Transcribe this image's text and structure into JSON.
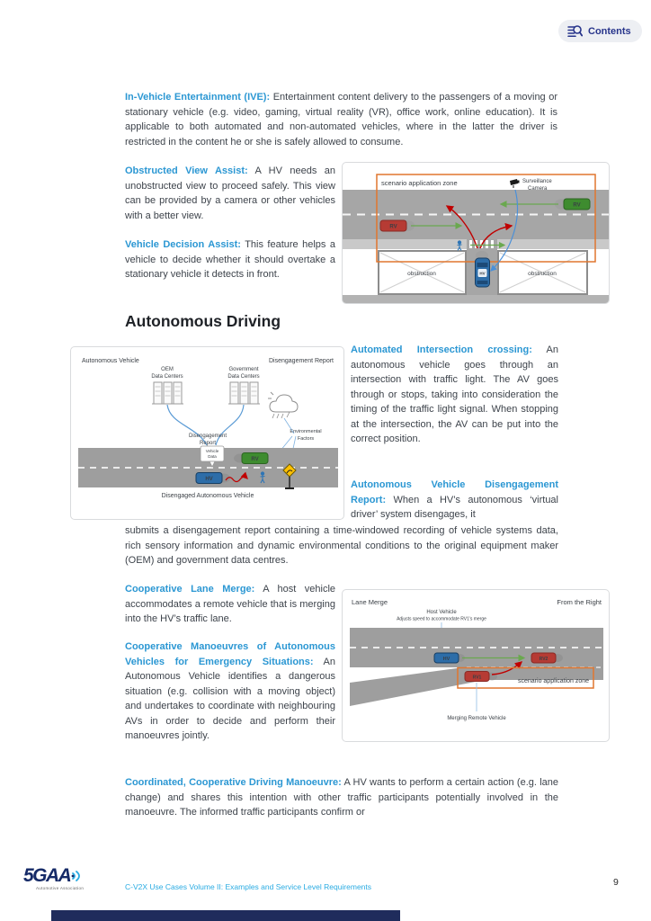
{
  "header": {
    "contents_button": "Contents"
  },
  "content": {
    "ive": {
      "lead": "In-Vehicle Entertainment (IVE):",
      "text": "Entertainment content delivery to the passengers of a moving or stationary vehicle (e.g. video, gaming, virtual reality (VR), office work, online education). It is applicable to both automated and non-automated vehicles, where in the latter the driver is restricted in the content he or she is safely allowed to consume."
    },
    "obstructed": {
      "lead": "Obstructed View Assist:",
      "text": "A HV needs an unobstructed view to proceed safely. This view can be provided by a camera or other vehicles with a better view."
    },
    "decision": {
      "lead": "Vehicle Decision Assist:",
      "text": "This feature helps a vehicle to decide whether it should overtake a stationary vehicle it detects in front."
    },
    "heading": "Autonomous Driving",
    "intersection": {
      "lead": "Automated Intersection crossing:",
      "text": "An autonomous vehicle goes through an intersection with traffic light. The AV goes through or stops, taking into consideration the timing of the traffic light signal. When stopping at the intersection, the AV can be put into the correct position."
    },
    "disengagement": {
      "lead": "Autonomous Vehicle Disengagement Report:",
      "text": "When a HV’s autonomous ‘virtual driver’ system disengages, it"
    },
    "disengagement_cont": "submits a disengagement report containing a time-windowed recording of vehicle systems data, rich sensory information and dynamic environmental conditions to the original equipment maker (OEM) and government data centres.",
    "lane_merge": {
      "lead": "Cooperative Lane Merge:",
      "text": "A host vehicle accommodates a remote vehicle that is merging into the HV’s traffic lane."
    },
    "coop_manoeuvres": {
      "lead": "Cooperative Manoeuvres of Autonomous Vehicles for Emergency Situations:",
      "text": "An Autonomous Vehicle identifies a dangerous situation (e.g. collision with a moving object) and undertakes to coordinate with neighbouring AVs in order to decide and perform their manoeuvres jointly."
    },
    "coordinated": {
      "lead": "Coordinated, Cooperative Driving Manoeuvre:",
      "text": "A HV wants to perform a certain action (e.g. lane change) and shares this intention with other traffic participants potentially involved in the manoeuvre. The informed traffic participants confirm or"
    }
  },
  "figures": {
    "obstructed_view": {
      "zone": "scenario application zone",
      "camera_line1": "Surveillance",
      "camera_line2": "Camera",
      "rv_left": "RV",
      "rv_right": "RV",
      "hv": "HV",
      "obstruction_left": "obstruction",
      "obstruction_right": "obstruction"
    },
    "disengagement": {
      "title_left": "Autonomous Vehicle",
      "title_right": "Disengagement Report",
      "oem_line1": "OEM",
      "oem_line2": "Data Centers",
      "gov_line1": "Government",
      "gov_line2": "Data Centers",
      "report_line1": "Disengagement",
      "report_line2": "Report",
      "env_line1": "Environmental",
      "env_line2": "Factors",
      "data_line1": "Vehicle",
      "data_line2": "Data",
      "rv": "RV",
      "hv": "HV",
      "caption": "Disengaged Autonomous Vehicle"
    },
    "lane_merge": {
      "title_left": "Lane Merge",
      "title_right": "From the Right",
      "host_line1": "Host Vehicle",
      "host_line2": "Adjusts speed to accommodate RV1's merge",
      "zone": "scenario application zone",
      "hv": "HV",
      "rv1": "RV1",
      "rv2": "RV2",
      "caption": "Merging Remote Vehicle"
    }
  },
  "footer": {
    "logo_text": "5GAA",
    "logo_tagline": "Automotive Association",
    "doc_title": "C-V2X Use Cases Volume II: Examples and Service Level Requirements",
    "page_number": "9"
  },
  "colors": {
    "accent_blue": "#2b97d3",
    "body_text": "#3d434b",
    "navy": "#27348b",
    "footer_cyan": "#29abe2",
    "logo_navy": "#152a67",
    "zone_orange": "#e0762f",
    "road_gray": "#a6a6a6",
    "arrow_green": "#6aa84f",
    "arrow_red": "#c00000",
    "link_blue": "#5b9bd5",
    "hv_blue": "#2d6da8",
    "rv_green": "#3e8c2f",
    "rv_red": "#b63b34",
    "footer_bar": "#1f2c5c"
  }
}
